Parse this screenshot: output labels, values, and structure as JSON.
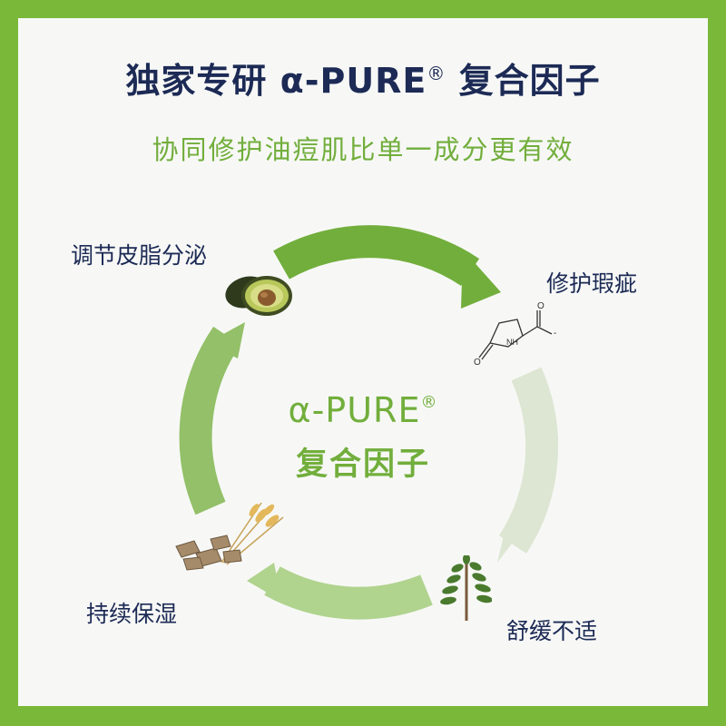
{
  "header": {
    "title_prefix": "独家专研 α-PURE",
    "title_reg": "®",
    "title_suffix": " 复合因子",
    "subtitle": "协同修护油痘肌比单一成分更有效"
  },
  "center": {
    "line1": "α-PURE",
    "line1_reg": "®",
    "line2": "复合因子"
  },
  "benefits": [
    {
      "label": "调节皮脂分泌",
      "icon": "avocado-icon"
    },
    {
      "label": "修护瑕疵",
      "icon": "molecule-icon"
    },
    {
      "label": "持续保湿",
      "icon": "wheat-icon"
    },
    {
      "label": "舒缓不适",
      "icon": "herb-icon"
    }
  ],
  "molecule": {
    "atom_o1": "O",
    "atom_o2": "O",
    "atom_n": "NH",
    "charge": "-"
  },
  "colors": {
    "border": "#7ab83a",
    "navy": "#1c2a55",
    "green": "#72ae3c",
    "arc_top": "#72ae3c",
    "arc_left": "#93c068",
    "arc_bottom": "#b0d38e",
    "arc_right": "#dde6d2"
  }
}
